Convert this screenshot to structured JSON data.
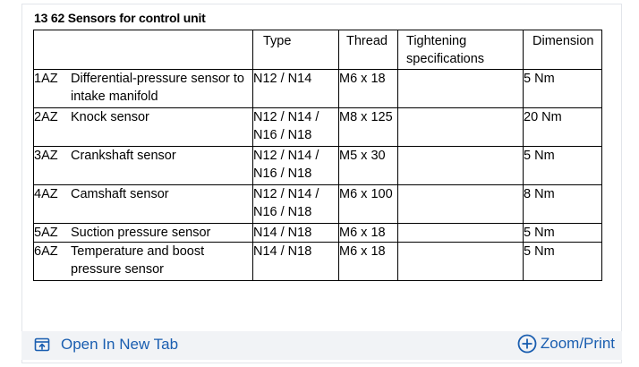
{
  "document": {
    "title": "13 62 Sensors for control unit"
  },
  "table": {
    "headers": {
      "name": "",
      "type": "Type",
      "thread": "Thread",
      "tightening": "Tightening specifications",
      "dimension": "Dimension"
    },
    "rows": [
      {
        "code": "1AZ",
        "name": "Differential-pressure sensor to intake manifold",
        "type": "N12 / N14",
        "thread": "M6 x 18",
        "tightening": "",
        "dimension": "5 Nm"
      },
      {
        "code": "2AZ",
        "name": "Knock sensor",
        "type": "N12 / N14 / N16 / N18",
        "thread": "M8 x 125",
        "tightening": "",
        "dimension": "20 Nm"
      },
      {
        "code": "3AZ",
        "name": "Crankshaft sensor",
        "type": "N12 / N14 / N16 / N18",
        "thread": "M5 x 30",
        "tightening": "",
        "dimension": "5 Nm"
      },
      {
        "code": "4AZ",
        "name": "Camshaft sensor",
        "type": "N12 / N14 / N16 / N18",
        "thread": "M6 x 100",
        "tightening": "",
        "dimension": "8 Nm"
      },
      {
        "code": "5AZ",
        "name": "Suction pressure sensor",
        "type": "N14 / N18",
        "thread": "M6 x 18",
        "tightening": "",
        "dimension": "5 Nm"
      },
      {
        "code": "6AZ",
        "name": "Temperature and boost pressure sensor",
        "type": "N14 / N18",
        "thread": "M6 x 18",
        "tightening": "",
        "dimension": "5 Nm"
      }
    ]
  },
  "footer": {
    "open_tab_label": "Open In New Tab",
    "open_tab_icon": "open-in-new-tab-icon",
    "zoom_label": "Zoom/Print",
    "zoom_icon": "zoom-plus-icon",
    "link_color": "#1a5eb0"
  }
}
